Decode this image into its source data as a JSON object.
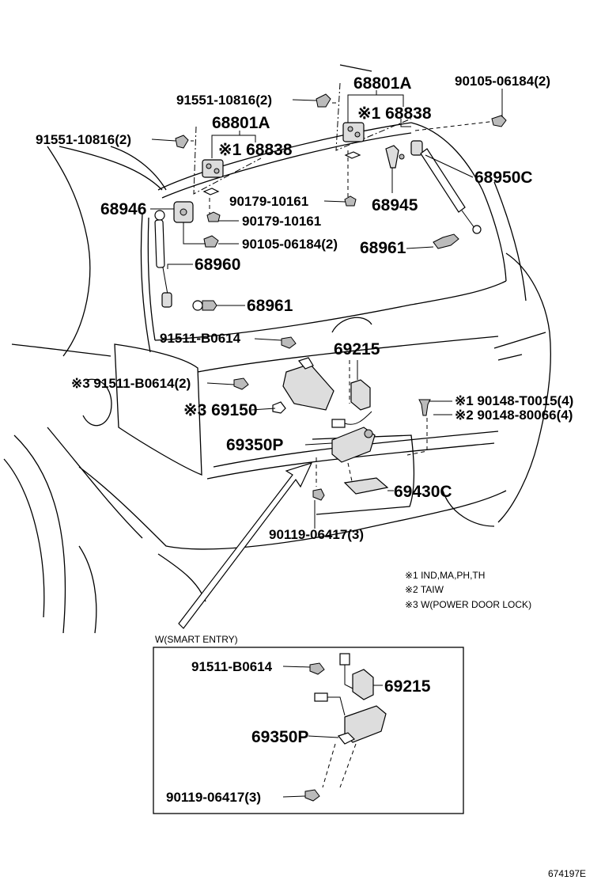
{
  "labels": {
    "p_91551_a": "91551-10816(2)",
    "p_68801a_r": "68801A",
    "p_90105_r": "90105-06184(2)",
    "p_68838_r": "※1 68838",
    "p_91551_b": "91551-10816(2)",
    "p_68801a_l": "68801A",
    "p_68838_l": "※1 68838",
    "p_68950c": "68950C",
    "p_68946": "68946",
    "p_90179_a": "90179-10161",
    "p_68945": "68945",
    "p_90179_b": "90179-10161",
    "p_90105_l": "90105-06184(2)",
    "p_68961_r": "68961",
    "p_68960": "68960",
    "p_68961_l": "68961",
    "p_91511_a": "91511-B0614",
    "p_69215": "69215",
    "p_91511_b": "※3 91511-B0614(2)",
    "p_90148_a": "※1 90148-T0015(4)",
    "p_69150": "※3 69150",
    "p_90148_b": "※2 90148-80066(4)",
    "p_69350p": "69350P",
    "p_69430c": "69430C",
    "p_90119": "90119-06417(3)",
    "inset_title": "W(SMART ENTRY)",
    "inset_91511": "91511-B0614",
    "inset_69215": "69215",
    "inset_69350p": "69350P",
    "inset_90119": "90119-06417(3)",
    "ref_no": "674197E"
  },
  "notes": [
    "※1 IND,MA,PH,TH",
    "※2 TAIW",
    "※3 W(POWER DOOR LOCK)"
  ]
}
